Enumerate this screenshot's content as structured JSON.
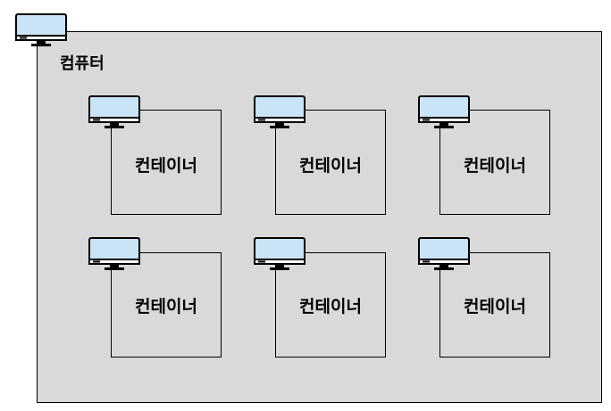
{
  "host": {
    "title": "컴퓨터",
    "icon": "monitor-icon",
    "fill_color": "#d9d9d9"
  },
  "containers": [
    {
      "label": "컨테이너",
      "icon": "monitor-icon"
    },
    {
      "label": "컨테이너",
      "icon": "monitor-icon"
    },
    {
      "label": "컨테이너",
      "icon": "monitor-icon"
    },
    {
      "label": "컨테이너",
      "icon": "monitor-icon"
    },
    {
      "label": "컨테이너",
      "icon": "monitor-icon"
    },
    {
      "label": "컨테이너",
      "icon": "monitor-icon"
    }
  ],
  "colors": {
    "screen": "#c9e3f7",
    "outline": "#000000",
    "background": "#d9d9d9"
  }
}
